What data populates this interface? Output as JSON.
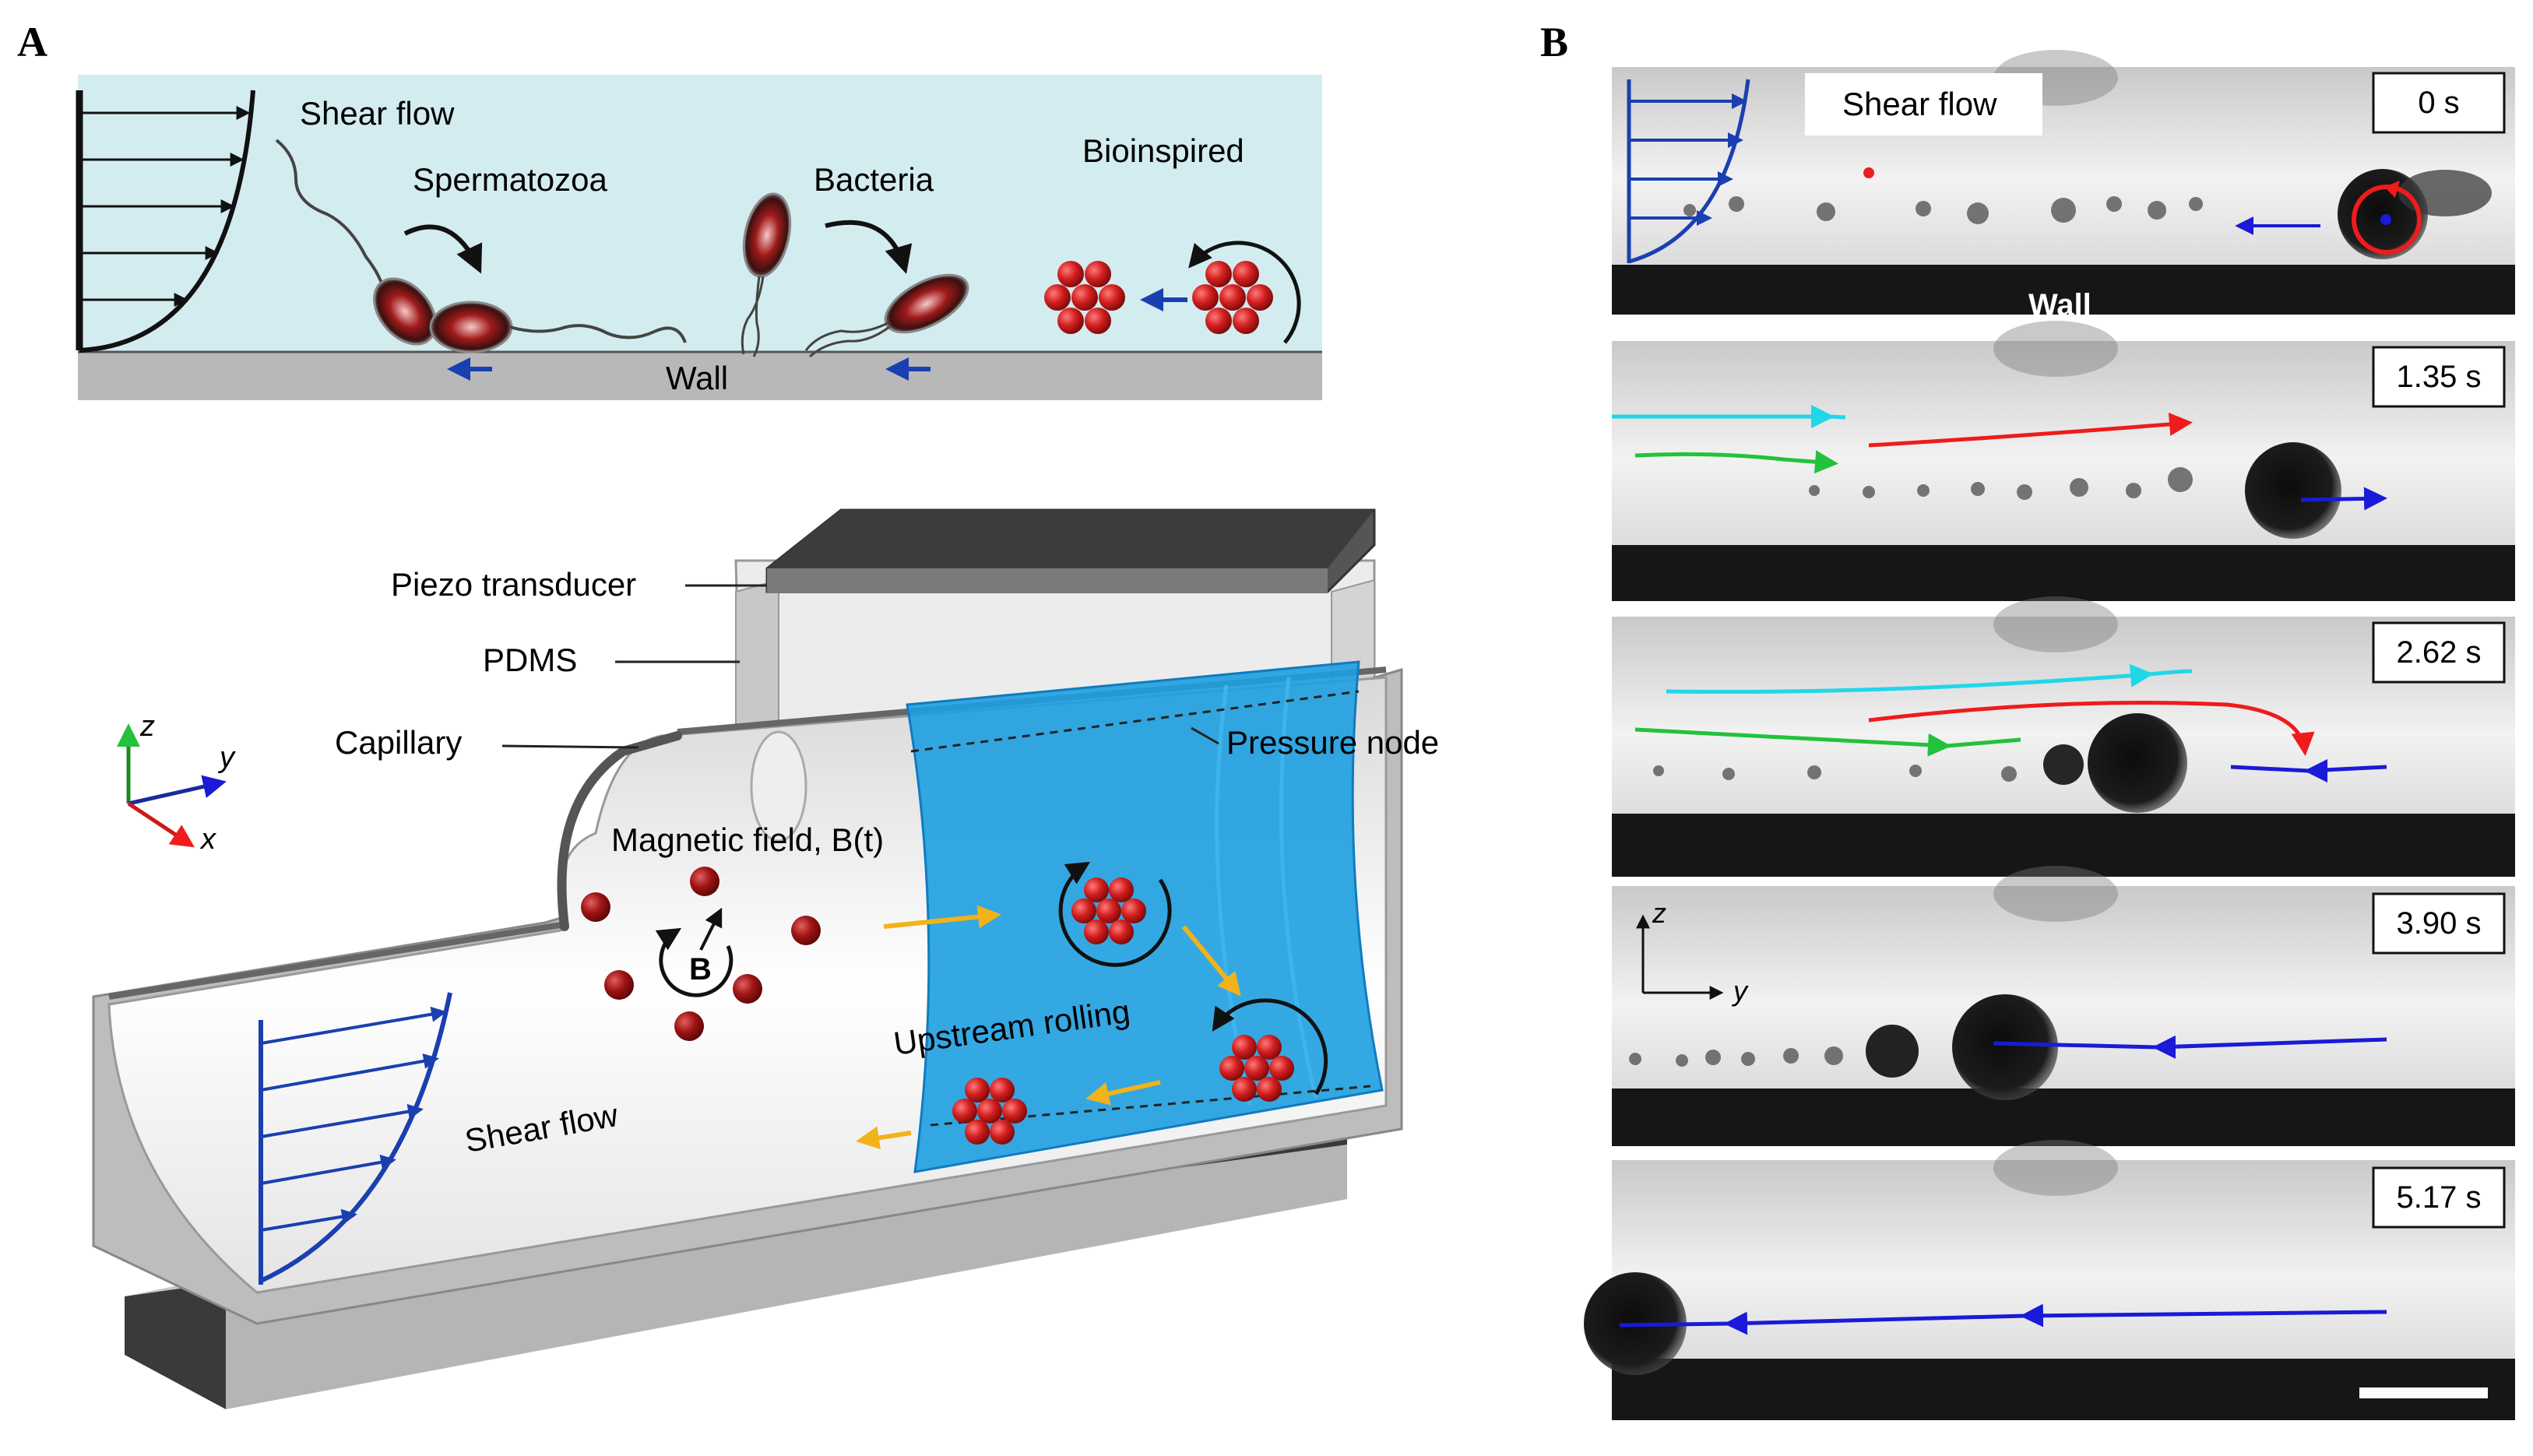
{
  "panel_a": {
    "letter": "A",
    "inset": {
      "shear_flow": "Shear flow",
      "spermatozoa": "Spermatozoa",
      "bacteria": "Bacteria",
      "bioinspired": "Bioinspired",
      "wall": "Wall"
    },
    "device": {
      "piezo": "Piezo transducer",
      "pdms": "PDMS",
      "capillary": "Capillary",
      "pressure_node": "Pressure node",
      "magnetic_field": "Magnetic field, B(t)",
      "b_label": "B",
      "upstream_rolling": "Upstream rolling",
      "shear_flow": "Shear flow",
      "axis_z": "z",
      "axis_y": "y",
      "axis_x": "x"
    }
  },
  "panel_b": {
    "letter": "B",
    "shear_flow": "Shear flow",
    "wall": "Wall",
    "axis_z": "z",
    "axis_y": "y",
    "frames": [
      {
        "time": "0 s"
      },
      {
        "time": "1.35 s"
      },
      {
        "time": "2.62 s"
      },
      {
        "time": "3.90 s"
      },
      {
        "time": "5.17 s"
      }
    ]
  },
  "colors": {
    "flow_profile": "#1a3fb0",
    "particle": "#b01818",
    "acoustic": "#1e9fe0",
    "rolling_arrow": "#f2b21a",
    "track_cyan": "#22d6e8",
    "track_green": "#22c23a",
    "track_red": "#ee1c1c",
    "track_blue": "#1a1ad8"
  }
}
